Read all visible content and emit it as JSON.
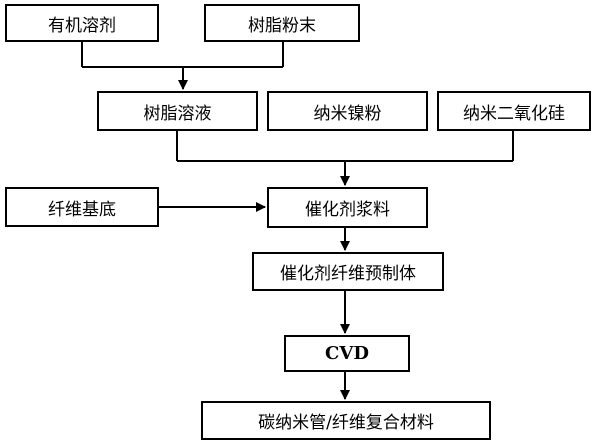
{
  "nodes": {
    "organic_solvent": "有机溶剂",
    "resin_powder": "树脂粉末",
    "resin_solution": "树脂溶液",
    "nano_nickel_powder": "纳米镍粉",
    "nano_silica": "纳米二氧化硅",
    "fiber_substrate": "纤维基底",
    "catalyst_slurry": "催化剂浆料",
    "catalyst_fiber_preform": "催化剂纤维预制体",
    "cvd": "CVD",
    "cnt_fiber_composite": "碳纳米管/纤维复合材料"
  }
}
